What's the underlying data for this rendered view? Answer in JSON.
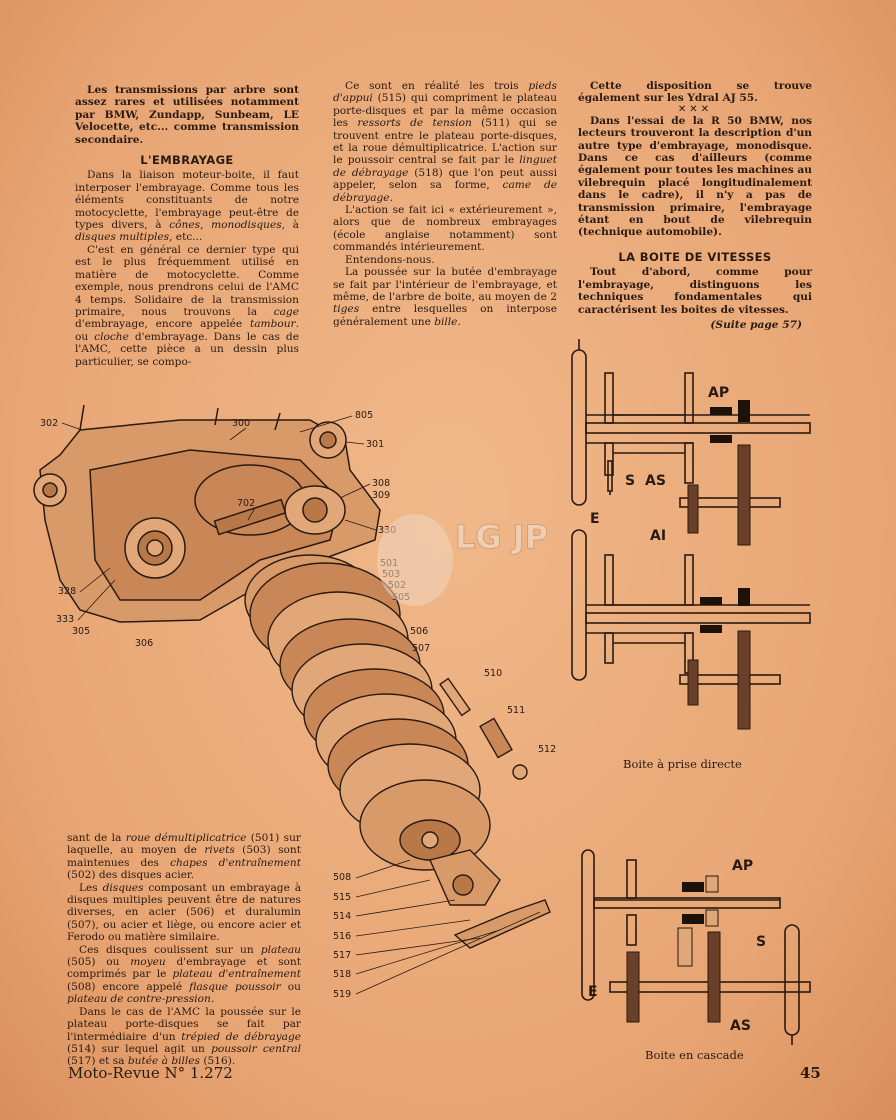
{
  "col1": {
    "p1": "Les transmissions par arbre sont assez rares et utilisées notamment par BMW, Zundapp, Sunbeam, LE Velocette, etc... comme transmission secondaire.",
    "heading": "L'EMBRAYAGE",
    "p2a": "Dans la liaison moteur-boite, il faut interposer l'embrayage. Comme tous les éléments constituants de notre motocyclette, l'embrayage peut-être de types divers, à ",
    "p2_cones": "cônes",
    "p2b": ", ",
    "p2_mono": "monodisques",
    "p2c": ", à ",
    "p2_multi": "disques multiples",
    "p2d": ", etc...",
    "p3a": "C'est en général ce dernier type qui est le plus fréquemment utilisé en matière de motocyclette. Comme exemple, nous prendrons celui de l'AMC 4 temps. Solidaire de la transmission primaire, nous trouvons la ",
    "p3_cage": "cage",
    "p3b": " d'embrayage, encore appelée ",
    "p3_tambour": "tambour",
    "p3c": ". ou ",
    "p3_cloche": "cloche",
    "p3d": " d'embrayage. Dans le cas de l'AMC, cette pièce a un dessin plus particulier, se compo-"
  },
  "col2": {
    "p1a": "Ce sont en réalité les trois ",
    "p1_pieds": "pieds d'appui",
    "p1b": " (515) qui compriment le plateau porte-disques et par la même occasion les ",
    "p1_ressorts": "ressorts de tension",
    "p1c": " (511) qui se trouvent entre le plateau porte-disques, et la roue démultiplicatrice. L'action sur le poussoir central se fait par le ",
    "p1_linguet": "linguet de débrayage",
    "p1d": " (518) que l'on peut aussi appeler, selon sa forme, ",
    "p1_came": "came de débrayage",
    "p1e": ".",
    "p2": "L'action se fait ici « extérieurement », alors que de nombreux embrayages (école anglaise notamment) sont commandés intérieurement.",
    "p3": "Entendons-nous.",
    "p4a": "La poussée sur la butée d'embrayage se fait par l'intérieur de l'embrayage, et même, de l'arbre de boite, au moyen de 2 ",
    "p4_tiges": "tiges",
    "p4b": " entre lesquelles on interpose généralement une ",
    "p4_bille": "bille",
    "p4c": "."
  },
  "col3": {
    "p1": "Cette disposition se trouve également sur les Ydral AJ 55.",
    "xxx": "✕✕✕",
    "p2": "Dans l'essai de la R 50 BMW, nos lecteurs trouveront la description d'un autre type d'embrayage, monodisque. Dans ce cas d'ailleurs (comme également pour toutes les machines au vilebrequin placé longitudinalement dans le cadre), il n'y a pas de transmission primaire, l'embrayage étant en bout de vilebrequin (technique automobile).",
    "heading": "LA BOITE DE VITESSES",
    "p3": "Tout d'abord, comme pour l'embrayage, distinguons les techniques fondamentales qui caractérisent les boites de vitesses.",
    "suite": "(Suite page 57)"
  },
  "col4": {
    "p1a": "sant de la ",
    "p1_roue": "roue démultiplicatrice",
    "p1b": " (501) sur laquelle, au moyen de ",
    "p1_rivets": "rivets",
    "p1c": " (503) sont maintenues des ",
    "p1_chapes": "chapes d'entraînement",
    "p1d": " (502) des disques acier.",
    "p2a": "Les ",
    "p2_disques": "disques",
    "p2b": " composant un embrayage à disques multiples peuvent être de natures diverses, en acier (506) et duralumin (507), ou acier et liège, ou encore acier et Ferodo ou matière similaire.",
    "p3a": "Ces disques coulissent sur un ",
    "p3_plateau": "plateau",
    "p3b": " (505) ou ",
    "p3_moyeu": "moyeu",
    "p3c": " d'embrayage et sont comprimés par le ",
    "p3_plat": "plateau d'entraînement",
    "p3d": " (508) encore appelé ",
    "p3_flasque": "flasque poussoir",
    "p3e": " ou ",
    "p3_contre": "plateau de contre-pression",
    "p3f": ".",
    "p4a": "Dans le cas de l'AMC la poussée sur le plateau porte-disques se fait par l'intermédiaire d'un ",
    "p4_trepied": "trépied de débrayage",
    "p4b": " (514) sur lequel agit un ",
    "p4_poussoir": "poussoir central",
    "p4c": " (517) et sa ",
    "p4_butee": "butée à billes",
    "p4d": " (516)."
  },
  "diagram_labels": {
    "top": {
      "ap": "AP",
      "s": "S",
      "as": "AS",
      "e": "E",
      "ai": "AI"
    },
    "caption_top": "Boite à prise directe",
    "bottom": {
      "ap": "AP",
      "s": "S",
      "e": "E",
      "as": "AS"
    },
    "caption_bottom": "Boite en cascade"
  },
  "exploded_labels": [
    "302",
    "300",
    "805",
    "301",
    "308",
    "309",
    "702",
    "330",
    "501",
    "503",
    "502",
    "505",
    "506",
    "507",
    "510",
    "511",
    "512",
    "328",
    "333",
    "305",
    "306",
    "508",
    "515",
    "514",
    "516",
    "517",
    "518",
    "519"
  ],
  "watermark": "LG JP",
  "footer": {
    "magazine": "Moto-Revue N° 1.272",
    "page": "45"
  }
}
